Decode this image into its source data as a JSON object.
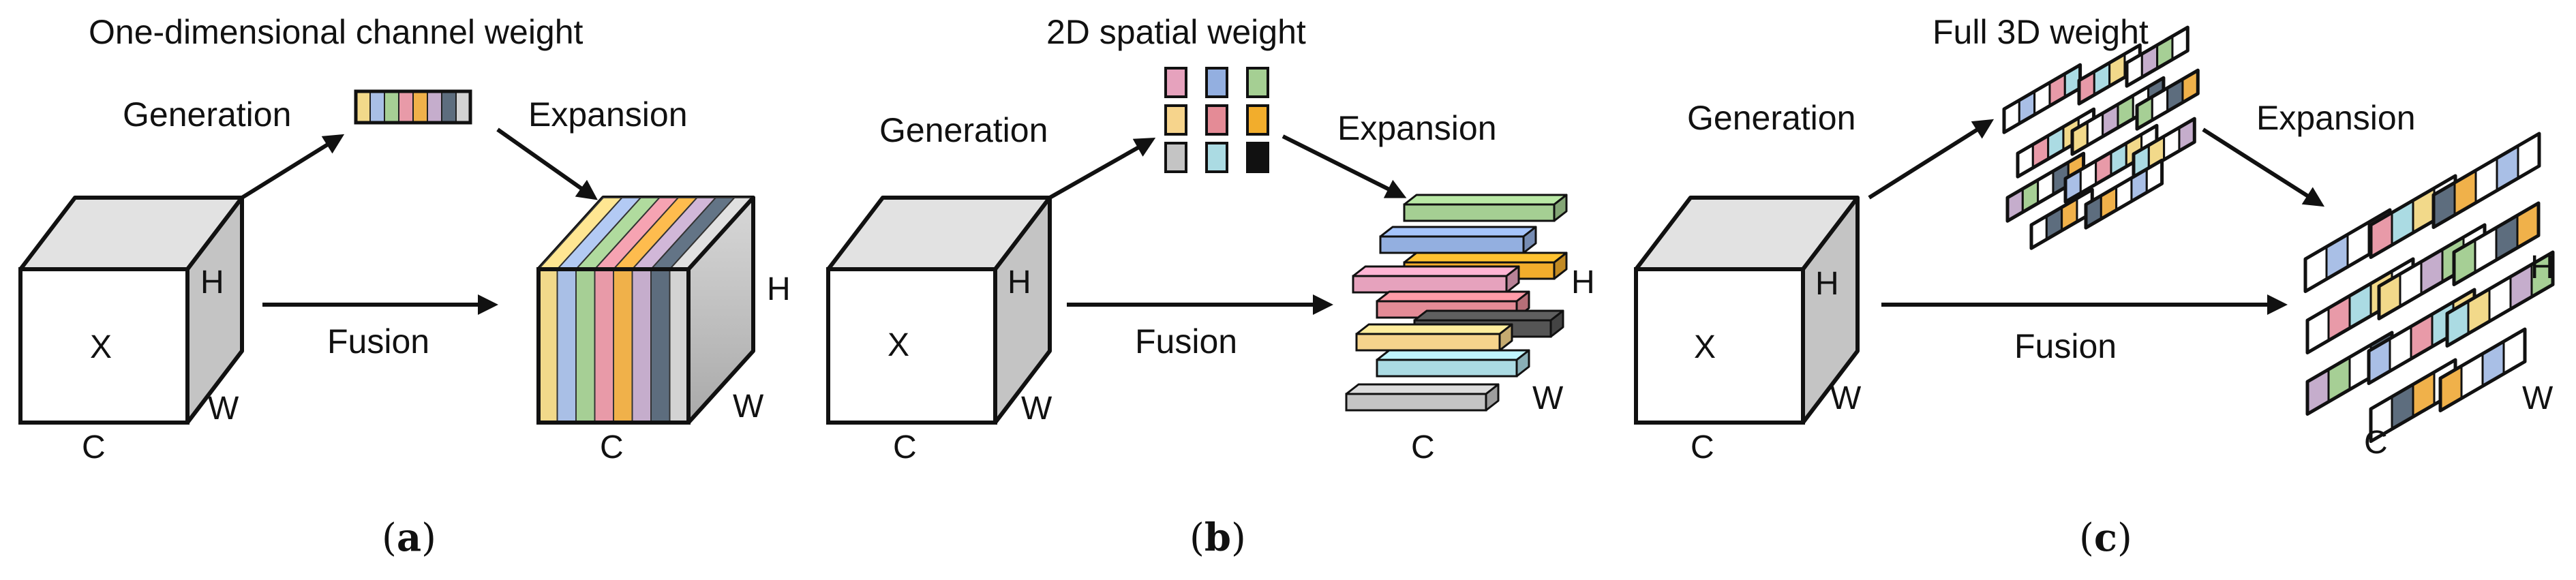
{
  "panels": [
    {
      "id": "a",
      "title": "One-dimensional channel weight",
      "generation": "Generation",
      "expansion": "Expansion",
      "fusion": "Fusion",
      "cube": {
        "center": "X",
        "height": "H",
        "width": "W",
        "channel": "C"
      },
      "result": {
        "height": "H",
        "width": "W",
        "channel": "C"
      },
      "caption_letter": "a"
    },
    {
      "id": "b",
      "title": "2D spatial weight",
      "generation": "Generation",
      "expansion": "Expansion",
      "fusion": "Fusion",
      "cube": {
        "center": "X",
        "height": "H",
        "width": "W",
        "channel": "C"
      },
      "result": {
        "height": "H",
        "width": "W",
        "channel": "C"
      },
      "caption_letter": "b"
    },
    {
      "id": "c",
      "title": "Full 3D weight",
      "generation": "Generation",
      "expansion": "Expansion",
      "fusion": "Fusion",
      "cube": {
        "center": "X",
        "height": "H",
        "width": "W",
        "channel": "C"
      },
      "result": {
        "height": "H",
        "width": "W",
        "channel": "C"
      },
      "caption_letter": "c"
    }
  ],
  "colors": {
    "channel_palette": [
      "#f2d98a",
      "#a9bfe6",
      "#a6cf95",
      "#e89aa8",
      "#f0b14a",
      "#c5adcc",
      "#5d6d7e",
      "#d3d3d3"
    ],
    "spatial_palette": [
      "#e6a2bd",
      "#93afe0",
      "#a5cf93",
      "#f6d48c",
      "#e48b96",
      "#f2ad2c",
      "#c4c4c4",
      "#abdbe3",
      "#111111"
    ],
    "cube_front": "#ffffff",
    "cube_top": "#e2e2e2",
    "cube_side": "#c4c4c4",
    "stroke": "#111111"
  }
}
